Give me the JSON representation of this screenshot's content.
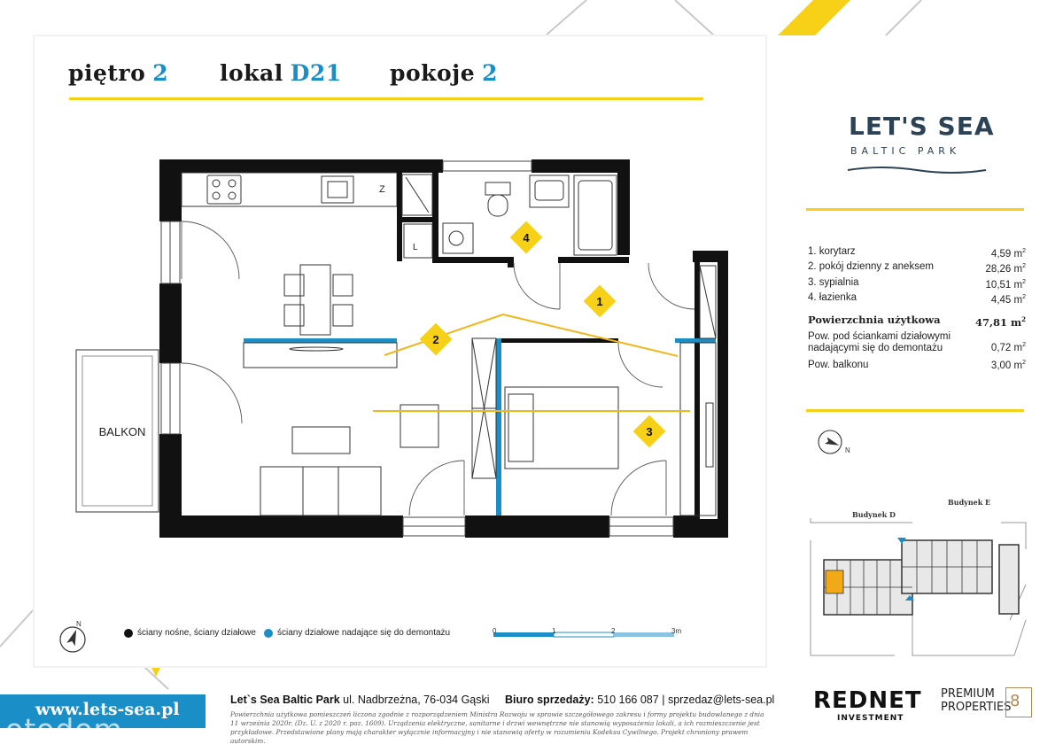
{
  "header": {
    "floor_label": "piętro",
    "floor_value": "2",
    "unit_label": "lokal",
    "unit_value": "D21",
    "rooms_label": "pokoje",
    "rooms_value": "2"
  },
  "logo": {
    "title": "LET'S SEA",
    "subtitle": "BALTIC PARK"
  },
  "plan": {
    "balcony_label": "BALKON",
    "fridge_label": "Z",
    "appliance_label": "L",
    "room_markers": [
      "1",
      "2",
      "3",
      "4"
    ]
  },
  "rooms": [
    {
      "name": "1. korytarz",
      "area": "4,59 m",
      "unit_sup": "2"
    },
    {
      "name": "2. pokój dzienny z aneksem",
      "area": "28,26 m",
      "unit_sup": "2"
    },
    {
      "name": "3. sypialnia",
      "area": "10,51 m",
      "unit_sup": "2"
    },
    {
      "name": "4. łazienka",
      "area": "4,45 m",
      "unit_sup": "2"
    }
  ],
  "total": {
    "label": "Powierzchnia użytkowa",
    "value": "47,81 m",
    "unit_sup": "2"
  },
  "extras": [
    {
      "label": "Pow. pod ściankami działowymi nadającymi się do demontażu",
      "value": "0,72 m",
      "unit_sup": "2"
    },
    {
      "label": "Pow. balkonu",
      "value": "3,00 m",
      "unit_sup": "2"
    }
  ],
  "compass": {
    "north_label": "N"
  },
  "site_plan": {
    "building_d": "Budynek D",
    "building_e": "Budynek E"
  },
  "legend": {
    "load_bearing": "ściany nośne, ściany działowe",
    "removable": "ściany działowe nadające się do demontażu",
    "load_bearing_color": "#111111",
    "removable_color": "#1a8fc7"
  },
  "scale": {
    "ticks": [
      "0",
      "1",
      "2",
      "3m"
    ]
  },
  "footer": {
    "brand": "Let`s Sea Baltic Park",
    "address": "ul. Nadbrzeżna, 76-034 Gąski",
    "sales_label": "Biuro sprzedaży:",
    "sales_phone": "510 166 087",
    "separator": "|",
    "sales_email": "sprzedaz@lets-sea.pl",
    "disclaimer": "Powierzchnia użytkowa pomieszczeń liczona zgodnie z rozporządzeniem Ministra Rozwoju w sprawie szczegółowego zakresu i formy projektu budowlanego z dnia 11 września 2020r. (Dz. U. z 2020 r. poz. 1609). Urządzenia elektryczne, sanitarne i drzwi wewnętrzne nie stanowią wyposażenia lokali, a ich rozmieszczenie jest przykładowe. Przedstawione plany mają charakter wyłącznie informacyjny i nie stanowią oferty w rozumieniu Kodeksu Cywilnego. Projekt chroniony prawem autorskim.",
    "website": "www.lets-sea.pl",
    "watermark": "otodom"
  },
  "partners": {
    "rednet": "REDNET",
    "rednet_sub": "INVESTMENT",
    "premium_line1": "PREMIUM",
    "premium_line2": "PROPERTIES",
    "premium_mark": "8"
  },
  "colors": {
    "accent_yellow": "#f7d117",
    "accent_blue": "#1a8fc7",
    "wall": "#111111",
    "logo_navy": "#2b4257"
  }
}
